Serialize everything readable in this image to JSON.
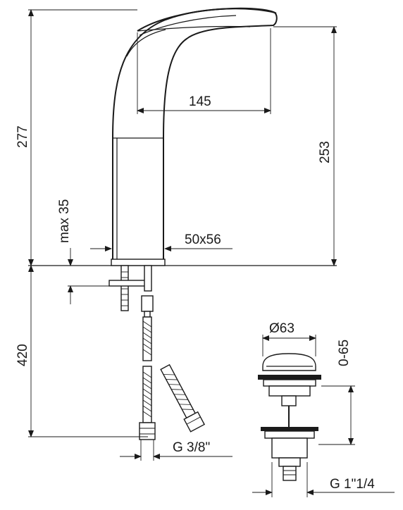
{
  "dimensions": {
    "total_height": "277",
    "spout_height": "253",
    "spout_reach": "145",
    "max_deck": "max 35",
    "base_size": "50x56",
    "hose_length": "420",
    "hose_thread": "G 3/8\"",
    "waste_diameter": "Ø63",
    "waste_lift": "0-65",
    "waste_thread": "G 1\"1/4"
  },
  "colors": {
    "ink": "#1a1a1a",
    "background": "#ffffff"
  }
}
